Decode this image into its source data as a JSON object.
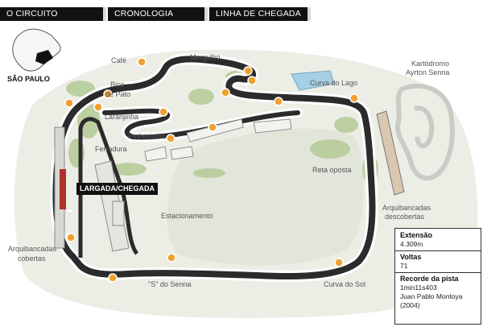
{
  "tabs": [
    {
      "label": "O CIRCUITO",
      "active": true
    },
    {
      "label": "CRONOLOGIA",
      "active": false
    },
    {
      "label": "LINHA DE CHEGADA",
      "active": false
    }
  ],
  "map": {
    "state_label": "SÃO PAULO",
    "start_label": "LARGADA/CHEGADA",
    "labels": {
      "cafe": "Café",
      "mergulho": "Mergulho",
      "bico_line1": "Bico",
      "bico_line2": "de Pato",
      "laranjinha": "Laranjinha",
      "pinheirinho": "Pinheirinho",
      "ferradura": "Ferradura",
      "curva_do_lago": "Curva do Lago",
      "kartodromo_line1": "Kartódromo",
      "kartodromo_line2": "Ayrton Senna",
      "reta_oposta": "Reta oposta",
      "estacionamento": "Estacionamento",
      "arquibancadas_descobertas_line1": "Arquibancadas",
      "arquibancadas_descobertas_line2": "descobertas",
      "arquibancadas_cobertas_line1": "Arquibancadas",
      "arquibancadas_cobertas_line2": "cobertas",
      "s_do_senna": "\"S\" do Senna",
      "curva_do_sol": "Curva do Sol"
    }
  },
  "info": {
    "extensao_label": "Extensão",
    "extensao_value": "4.309m",
    "voltas_label": "Voltas",
    "voltas_value": "71",
    "recorde_label": "Recorde da pista",
    "recorde_time": "1min11s403",
    "recorde_driver": "Juan Pablo Montoya",
    "recorde_year": "(2004)"
  },
  "colors": {
    "tab_bg": "#111111",
    "track": "#2b2b2b",
    "grass": "#e9ebe3",
    "marker": "#f0a030"
  }
}
